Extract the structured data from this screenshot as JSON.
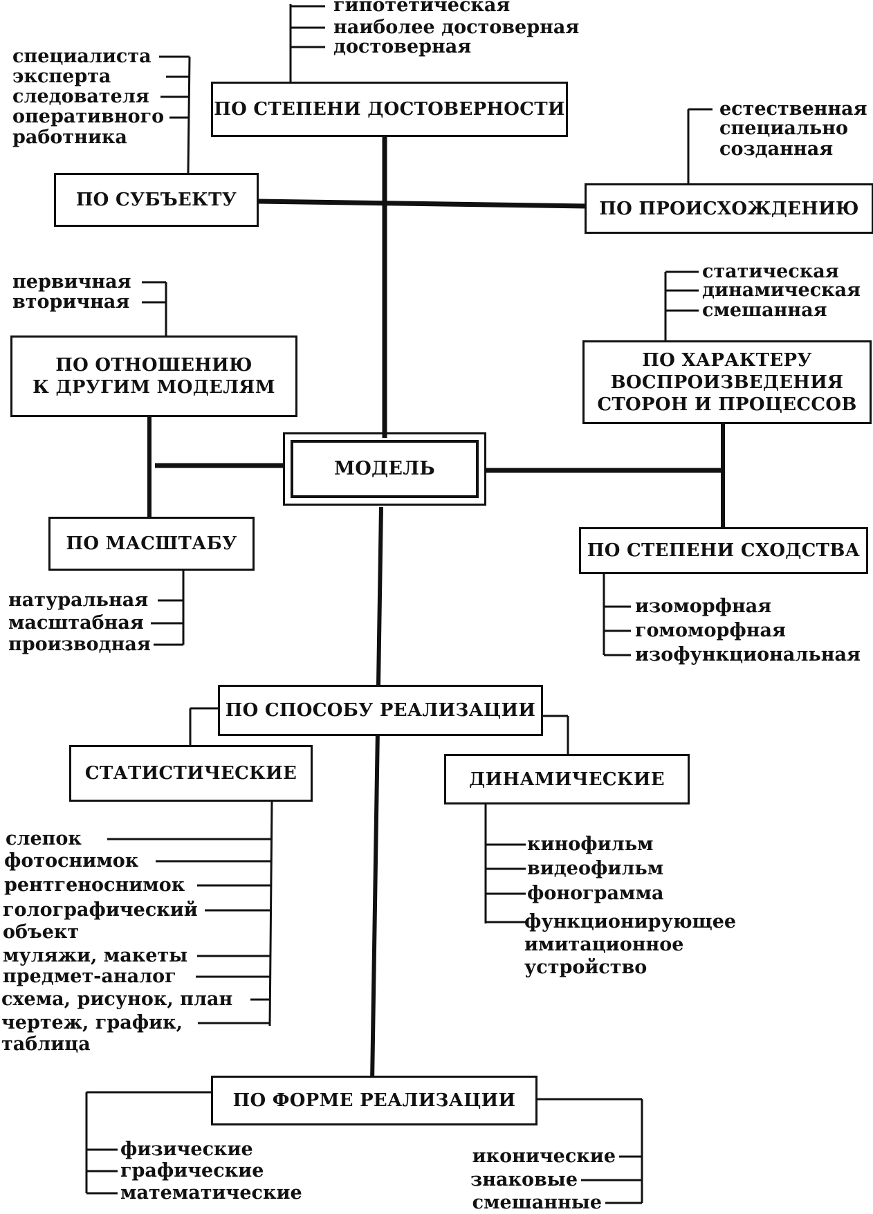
{
  "center": "МОДЕЛЬ",
  "by_reliability": {
    "title": "ПО СТЕПЕНИ ДОСТОВЕРНОСТИ",
    "items": [
      "гипотетическая",
      "наиболее достоверная",
      "достоверная"
    ]
  },
  "by_subject": {
    "title": "ПО СУБЪЕКТУ",
    "items": [
      "специалиста",
      "эксперта",
      "следователя",
      "оперативного",
      "работника"
    ]
  },
  "by_origin": {
    "title": "ПО ПРОИСХОЖДЕНИЮ",
    "items": [
      "естественная",
      "специально",
      "созданная"
    ]
  },
  "by_relation": {
    "title_lines": [
      "ПО ОТНОШЕНИЮ",
      "К ДРУГИМ МОДЕЛЯМ"
    ],
    "items": [
      "первичная",
      "вторичная"
    ]
  },
  "by_character": {
    "title_lines": [
      "ПО ХАРАКТЕРУ",
      "ВОСПРОИЗВЕДЕНИЯ",
      "СТОРОН И ПРОЦЕССОВ"
    ],
    "items": [
      "статическая",
      "динамическая",
      "смешанная"
    ]
  },
  "by_scale": {
    "title": "ПО МАСШТАБУ",
    "items": [
      "натуральная",
      "масштабная",
      "производная"
    ]
  },
  "by_similarity": {
    "title": "ПО СТЕПЕНИ СХОДСТВА",
    "items": [
      "изоморфная",
      "гомоморфная",
      "изофункциональная"
    ]
  },
  "by_method": {
    "title": "ПО СПОСОБУ РЕАЛИЗАЦИИ",
    "static": {
      "title": "СТАТИСТИЧЕСКИЕ",
      "items": [
        "слепок",
        "фотоснимок",
        "рентгеноснимок",
        "голографический",
        "объект",
        "муляжи, макеты",
        "предмет-аналог",
        "схема, рисунок, план",
        "чертеж, график,",
        "таблица"
      ]
    },
    "dynamic": {
      "title": "ДИНАМИЧЕСКИЕ",
      "items": [
        "кинофильм",
        "видеофильм",
        "фонограмма",
        "функционирующее",
        "имитационное",
        "устройство"
      ]
    }
  },
  "by_form": {
    "title": "ПО ФОРМЕ РЕАЛИЗАЦИИ",
    "left_items": [
      "физические",
      "графические",
      "математические"
    ],
    "right_items": [
      "иконические",
      "знаковые",
      "смешанные"
    ]
  },
  "colors": {
    "ink": "#111111",
    "background": "#ffffff"
  }
}
